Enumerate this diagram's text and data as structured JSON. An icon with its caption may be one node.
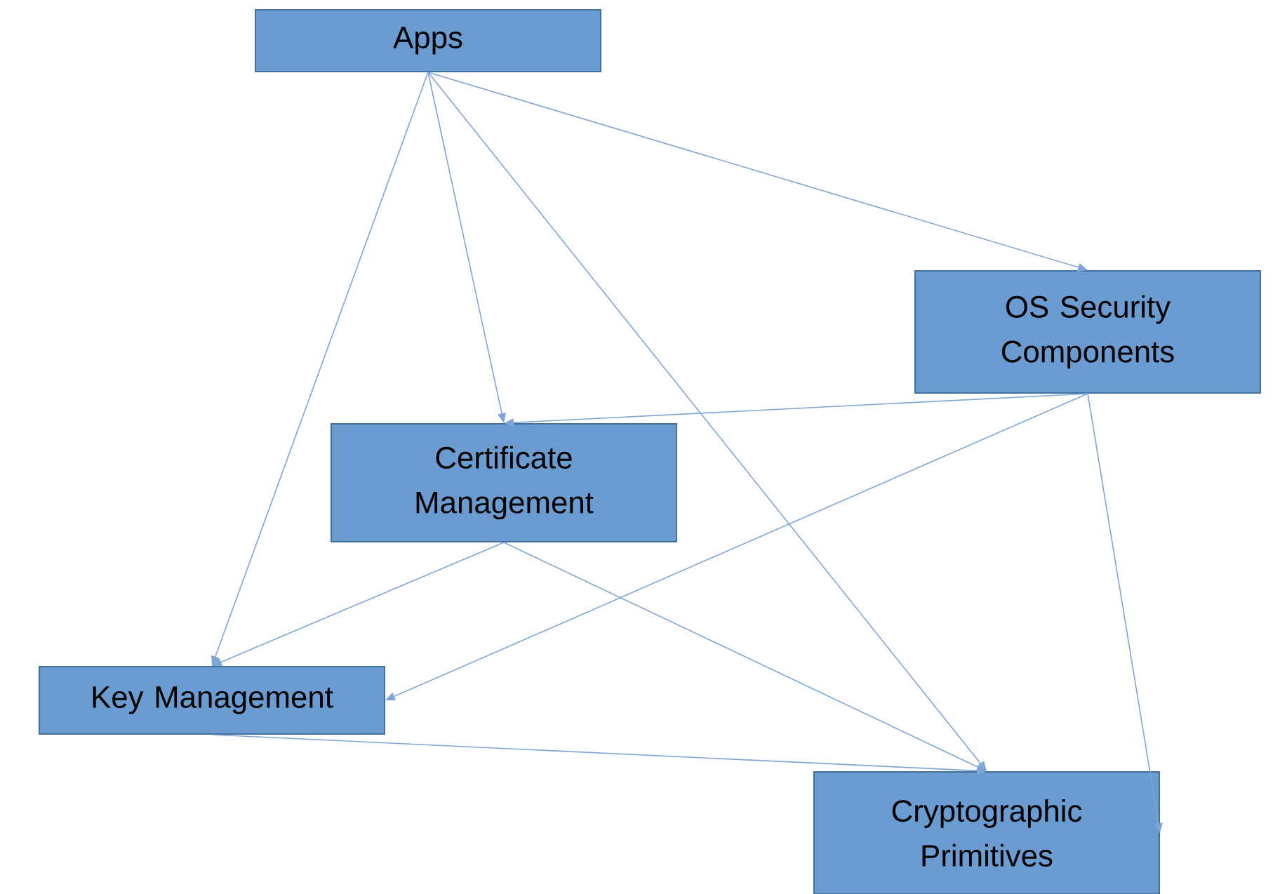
{
  "diagram": {
    "nodes": [
      {
        "text": [
          "Apps"
        ]
      },
      {
        "text": [
          "OS Security Components"
        ]
      },
      {
        "text": [
          "Certificate Management"
        ]
      },
      {
        "text": [
          "Key Management"
        ]
      },
      {
        "text": [
          "Cryptographic Primitives"
        ]
      }
    ],
    "edges": [
      {
        "from": 0,
        "to": 1,
        "arrow": "to"
      },
      {
        "from": 0,
        "to": 2,
        "arrow": "to"
      },
      {
        "from": 0,
        "to": 3,
        "arrow": "to"
      },
      {
        "from": 0,
        "to": 4,
        "arrow": "to"
      },
      {
        "from": 1,
        "to": 2,
        "arrow": "to"
      },
      {
        "from": 1,
        "to": 3,
        "arrow": "to"
      },
      {
        "from": 1,
        "to": 4,
        "arrow": "to"
      },
      {
        "from": 2,
        "to": 3,
        "arrow": "to"
      },
      {
        "from": 2,
        "to": 4,
        "arrow": "to"
      },
      {
        "from": 3,
        "to": 4,
        "arrow": "to"
      }
    ]
  }
}
